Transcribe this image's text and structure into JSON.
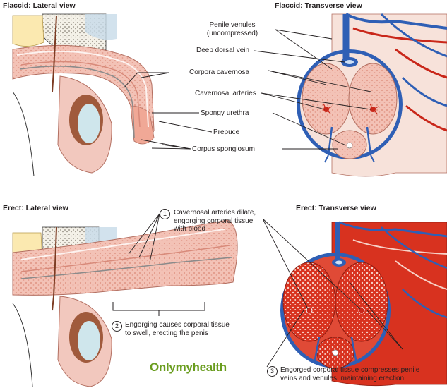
{
  "panels": {
    "flaccid_lateral": {
      "title": "Flaccid: Lateral view"
    },
    "flaccid_transverse": {
      "title": "Flaccid: Transverse view"
    },
    "erect_lateral": {
      "title": "Erect: Lateral view"
    },
    "erect_transverse": {
      "title": "Erect: Transverse view"
    }
  },
  "labels": {
    "penile_venules": "Penile venules",
    "penile_venules_sub": "(uncompressed)",
    "deep_dorsal_vein": "Deep dorsal vein",
    "corpora_cavernosa": "Corpora cavernosa",
    "cavernosal_arteries": "Cavernosal arteries",
    "spongy_urethra": "Spongy urethra",
    "prepuce": "Prepuce",
    "corpus_spongiosum": "Corpus spongiosum"
  },
  "steps": [
    {
      "number": "1",
      "lines": [
        "Cavernosal arteries dilate,",
        "engorging corporal tissue",
        "with blood"
      ]
    },
    {
      "number": "2",
      "lines": [
        "Engorging causes corporal tissue",
        "to swell, erecting the penis"
      ]
    },
    {
      "number": "3",
      "lines": [
        "Engorged corporal tissue compresses penile",
        "veins and venules, maintaining erection"
      ]
    }
  ],
  "watermark": "Onlymyhealth",
  "colors": {
    "tissue_pink": "#f2b8ac",
    "tissue_dark": "#e89a8a",
    "erect_red": "#d8321f",
    "vein_blue": "#2f5fb5",
    "artery_red": "#c9271a",
    "testis": "#a05a3c",
    "testis_inner": "#cfe6ec",
    "watermark": "#6a9d1f"
  }
}
